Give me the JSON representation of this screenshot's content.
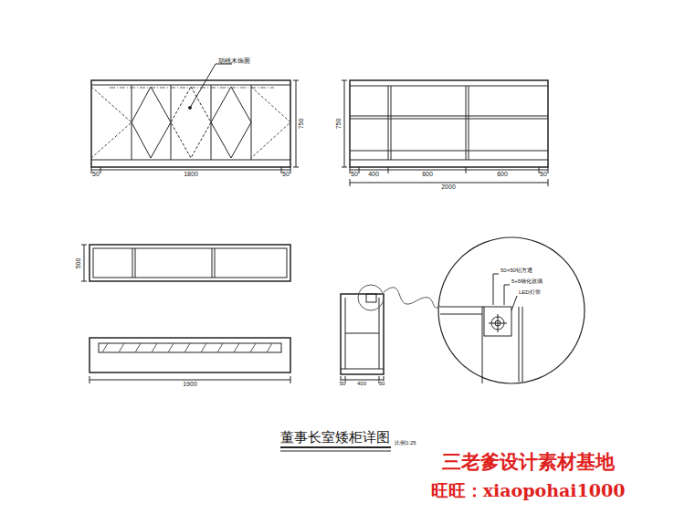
{
  "diagram": {
    "title": "董事长室矮柜详图",
    "labels": [
      "胡桃木饰面",
      "50",
      "1800",
      "50",
      "750",
      "750",
      "50",
      "400",
      "600",
      "600",
      "50",
      "2000",
      "500",
      "1900",
      "50",
      "400",
      "50",
      "50×50铝方通",
      "5+5钢化玻璃",
      "LED灯带",
      "比例1:25",
      "三老爹设计素材基地",
      "旺旺：xiaopohai1000"
    ]
  }
}
